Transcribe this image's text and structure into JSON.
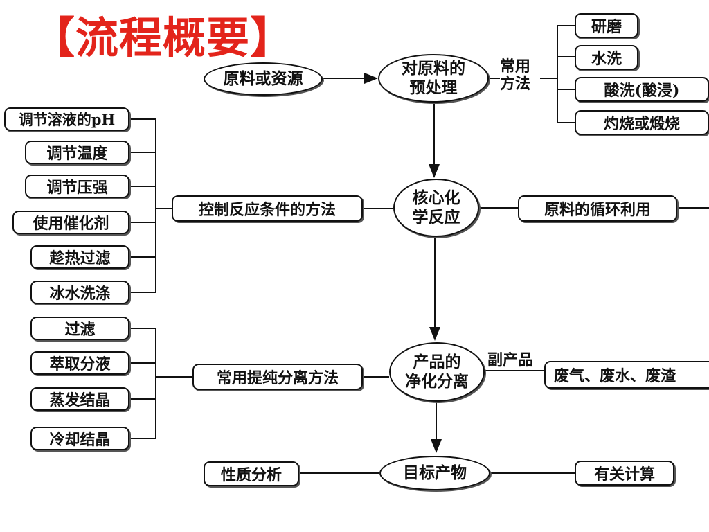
{
  "title": "【流程概要】",
  "nodes": {
    "raw_material": "原料或资源",
    "pretreat_l1": "对原料的",
    "pretreat_l2": "预处理",
    "common_methods_l1": "常用",
    "common_methods_l2": "方法",
    "pre_methods": [
      "研磨",
      "水洗",
      "酸洗(酸浸)",
      "灼烧或煅烧"
    ],
    "core_l1": "核心化",
    "core_l2": "学反应",
    "control_conditions": "控制反应条件的方法",
    "conditions": [
      "调节溶液的pH",
      "调节温度",
      "调节压强",
      "使用催化剂",
      "趁热过滤",
      "冰水洗涤"
    ],
    "recycle": "原料的循环利用",
    "purify_l1": "产品的",
    "purify_l2": "净化分离",
    "byproduct": "副产品",
    "wastes": "废气、废水、废渣",
    "separation_methods": "常用提纯分离方法",
    "separations": [
      "过滤",
      "萃取分液",
      "蒸发结晶",
      "冷却结晶"
    ],
    "target_product": "目标产物",
    "property_analysis": "性质分析",
    "calculation": "有关计算"
  }
}
